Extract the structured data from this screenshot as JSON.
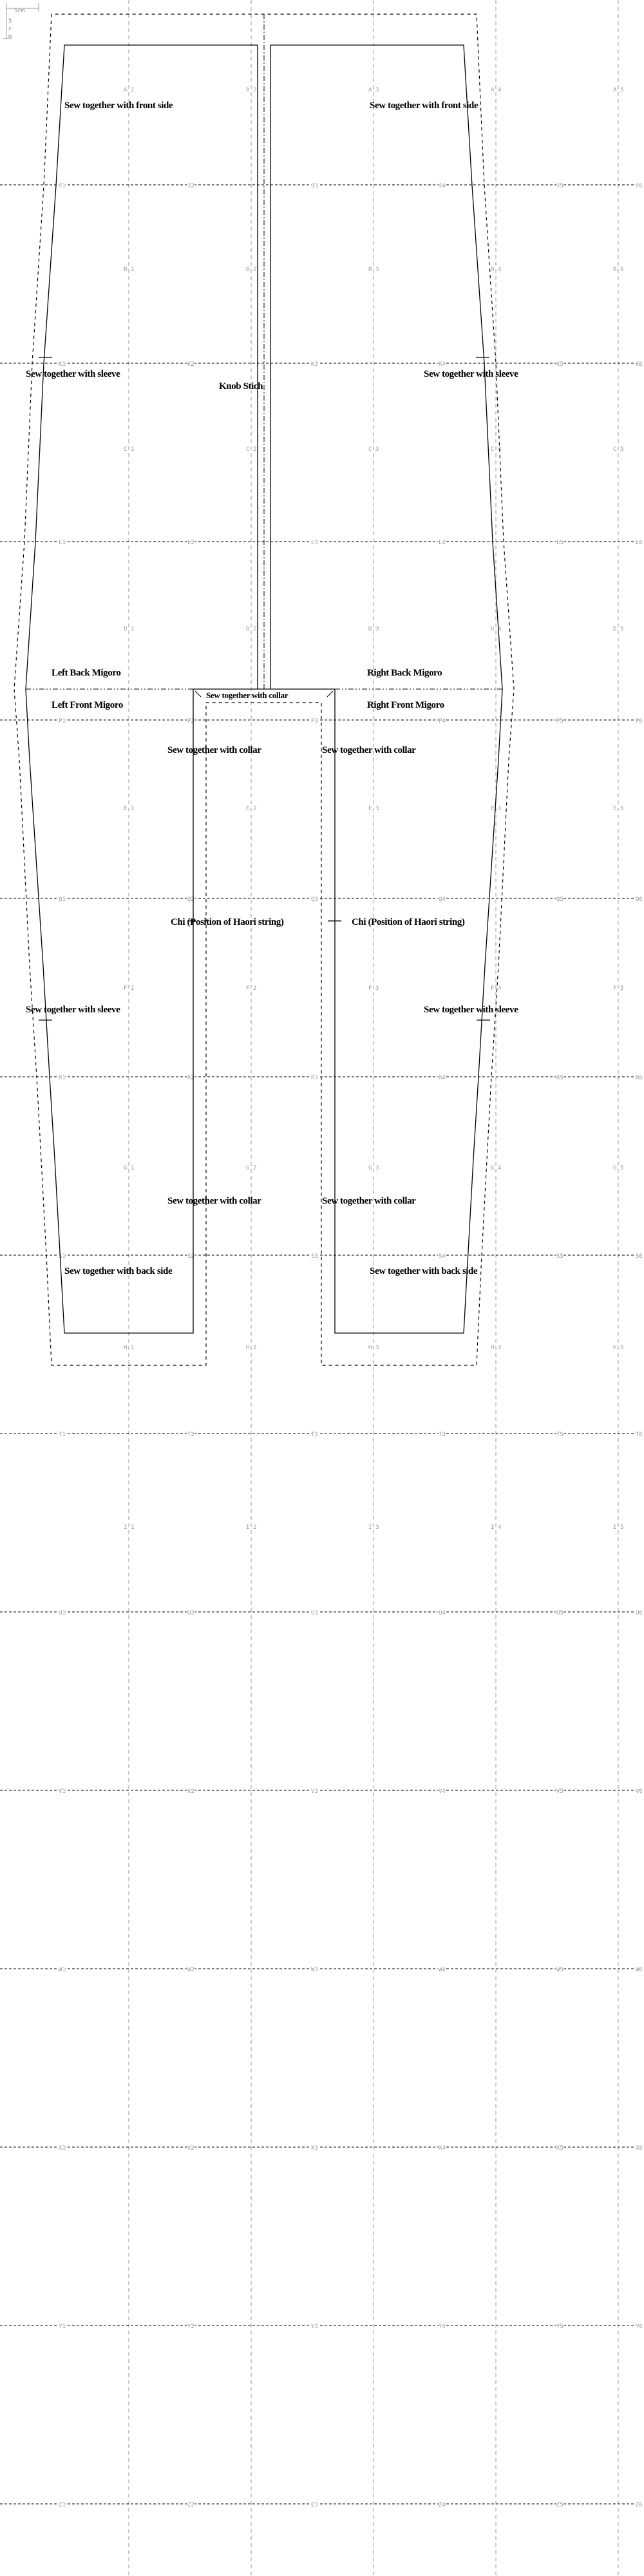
{
  "scale_marker": {
    "horizontal_label": "5cm",
    "vertical_label": [
      "5",
      "c",
      "m"
    ]
  },
  "grid": {
    "cell_rows": [
      "A",
      "B",
      "C",
      "D",
      "E",
      "F",
      "G",
      "H",
      "I"
    ],
    "cell_columns": [
      "1",
      "2",
      "3",
      "4",
      "5"
    ],
    "guide_lines": [
      "J",
      "K",
      "L",
      "P",
      "Q",
      "R",
      "S",
      "T",
      "U",
      "V",
      "W",
      "X",
      "Y",
      "Z"
    ],
    "guide_line_segments": [
      "1",
      "2",
      "3",
      "4",
      "5",
      "6"
    ]
  },
  "pieces": {
    "left_back": "Left Back Migoro",
    "right_back": "Right Back Migoro",
    "left_front": "Left Front Migoro",
    "right_front": "Right Front Migoro"
  },
  "instructions": {
    "front_side": "Sew together with front side",
    "sleeve": "Sew together with sleeve",
    "knob_stitch": "Knob Stich",
    "collar": "Sew together with collar",
    "chi": "Chi (Position of Haori string)",
    "back_side": "Sew together with back side"
  },
  "colors": {
    "outline": "#000000",
    "grid": "#999999"
  }
}
